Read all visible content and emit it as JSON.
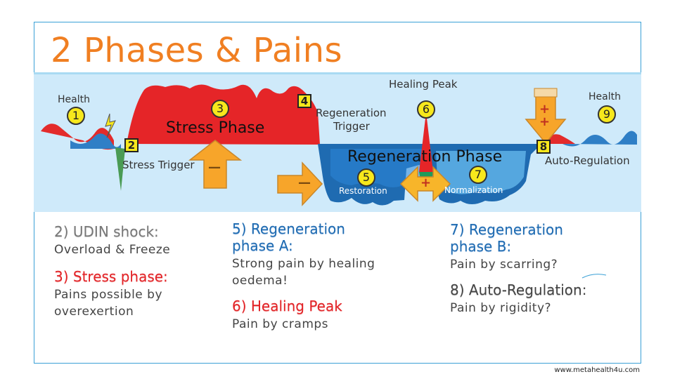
{
  "title": "2 Phases & Pains",
  "diagram": {
    "health_left": "Health",
    "health_right": "Health",
    "stress_phase": "Stress Phase",
    "stress_trigger": "Stress Trigger",
    "regeneration_trigger_1": "Regeneration",
    "regeneration_trigger_2": "Trigger",
    "regeneration_phase": "Regeneration Phase",
    "restoration": "Restoration",
    "normalization": "Normalization",
    "healing_peak": "Healing Peak",
    "auto_regulation": "Auto-Regulation",
    "markers": {
      "n1": "1",
      "n2": "2",
      "n3": "3",
      "n4": "4",
      "n5": "5",
      "n6": "6",
      "n7": "7",
      "n8": "8",
      "n9": "9"
    },
    "signs": {
      "minus": "—",
      "plus": "+"
    }
  },
  "columns": {
    "col1": {
      "h1": "2) UDIN shock:",
      "b1": "Overload & Freeze",
      "h2": "3) Stress phase:",
      "b2a": "Pains possible by",
      "b2b": "overexertion"
    },
    "col2": {
      "h1a": "5) Regeneration",
      "h1b": "phase A:",
      "b1a": "Strong pain by healing",
      "b1b": "oedema!",
      "h2": "6) Healing Peak",
      "b2": "Pain by cramps"
    },
    "col3": {
      "h1a": "7) Regeneration",
      "h1b": "phase B:",
      "b1": "Pain by scarring?",
      "h2a": "8) Auto-Regulation",
      "h2b": ":",
      "b2": "Pain by rigidity?"
    }
  },
  "footer": "www.metahealth4u.com",
  "colors": {
    "accent_orange": "#f07f22",
    "stress_red": "#e22226",
    "regen_blue": "#1f6bb1",
    "band_light_blue": "#cfeafa"
  }
}
